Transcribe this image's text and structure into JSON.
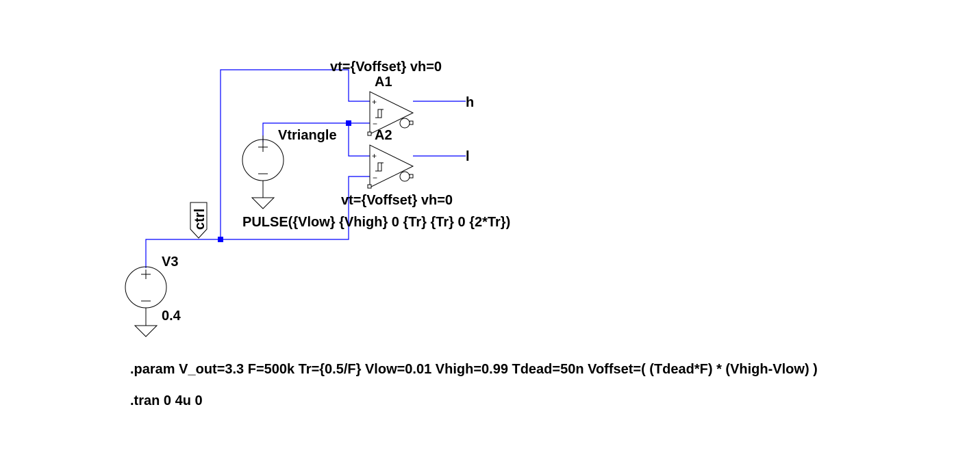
{
  "components": {
    "A1": {
      "name": "A1",
      "params": "vt={Voffset} vh=0"
    },
    "A2": {
      "name": "A2",
      "params": "vt={Voffset} vh=0"
    },
    "Vtriangle": {
      "name": "Vtriangle",
      "value": "PULSE({Vlow} {Vhigh} 0 {Tr} {Tr} 0 {2*Tr})"
    },
    "V3": {
      "name": "V3",
      "value": "0.4"
    }
  },
  "nets": {
    "h": "h",
    "l": "l",
    "ctrl": "ctrl"
  },
  "directives": {
    "param": ".param V_out=3.3 F=500k Tr={0.5/F} Vlow=0.01 Vhigh=0.99  Tdead=50n Voffset=( (Tdead*F) * (Vhigh-Vlow) )",
    "tran": ".tran 0 4u 0"
  },
  "colors": {
    "wire": "#0000ff",
    "component": "#000000",
    "background": "#ffffff"
  }
}
